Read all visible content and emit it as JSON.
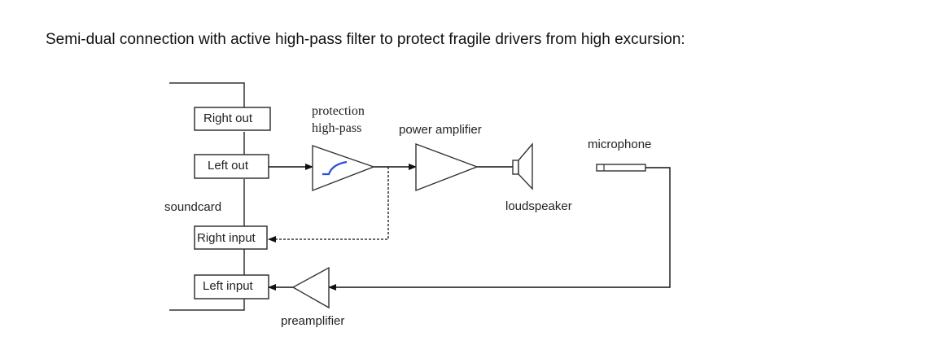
{
  "heading": "Semi-dual connection with active high-pass filter to protect fragile drivers from high excursion:",
  "diagram": {
    "soundcard_label": "soundcard",
    "ports": {
      "right_out": "Right out",
      "left_out": "Left out",
      "right_input": "Right input",
      "left_input": "Left input"
    },
    "highpass_label_line1": "protection",
    "highpass_label_line2": "high-pass",
    "power_amp_label": "power amplifier",
    "loudspeaker_label": "loudspeaker",
    "microphone_label": "microphone",
    "preamp_label": "preamplifier",
    "filter_curve_color": "#2a50d8"
  }
}
